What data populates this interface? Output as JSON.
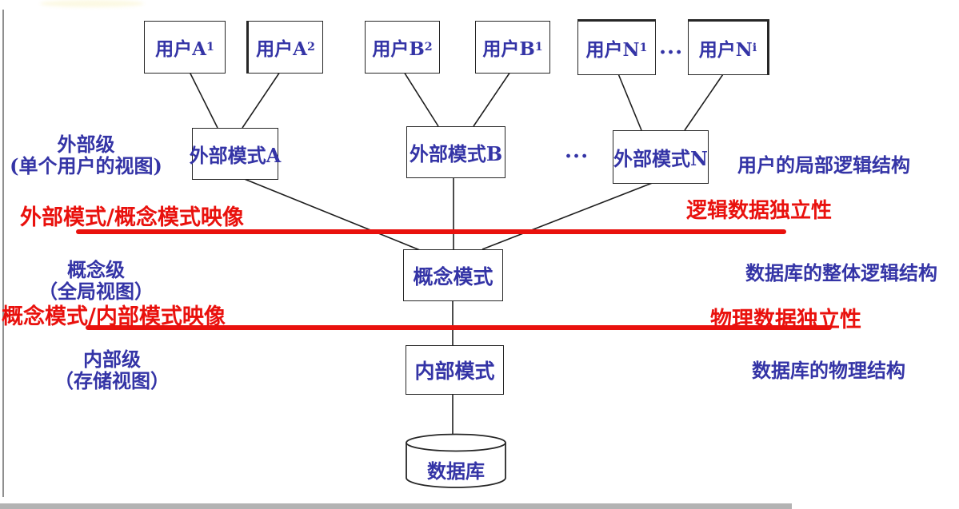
{
  "colors": {
    "text_blue": "#3434a6",
    "mapping_red": "#e9110d",
    "line_black": "#1f1f1f",
    "box_background": "#ffffff"
  },
  "diagram": {
    "user_boxes": [
      {
        "text": "用户A",
        "sub": "1"
      },
      {
        "text": "用户A",
        "sub": "2"
      },
      {
        "text": "用户B",
        "sub": "2"
      },
      {
        "text": "用户B",
        "sub": "1"
      },
      {
        "text": "用户N",
        "sub": "1"
      },
      {
        "text": "用户N",
        "sub": "i"
      }
    ],
    "dots_top": "...",
    "dots_mid": "...",
    "external_schemas": [
      {
        "label": "外部模式A"
      },
      {
        "label": "外部模式B"
      },
      {
        "label": "外部模式N"
      }
    ],
    "conceptual_schema": "概念模式",
    "internal_schema": "内部模式",
    "database": "数据库",
    "left_labels": [
      {
        "line1": "外部级",
        "line2": "(单个用户的视图)"
      },
      {
        "line1": "概念级",
        "line2": "（全局视图）"
      },
      {
        "line1": "内部级",
        "line2": "（存储视图）"
      }
    ],
    "right_labels": [
      "用户的局部逻辑结构",
      "数据库的整体逻辑结构",
      "数据库的物理结构"
    ],
    "mappings": [
      {
        "label": "外部模式/概念模式映像",
        "independence": "逻辑数据独立性"
      },
      {
        "label": "概念模式/内部模式映像",
        "independence": "物理数据独立性"
      }
    ]
  }
}
